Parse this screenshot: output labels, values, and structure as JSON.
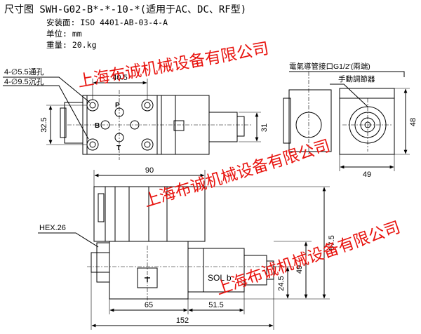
{
  "header": {
    "title": "尺寸图 SWH-G02-B*-*-10-*(适用于AC、DC、RF型)",
    "specs": [
      {
        "label": "安装面:",
        "value": "ISO 4401-AB-03-4-A"
      },
      {
        "label": "单位:",
        "value": "mm"
      },
      {
        "label": "重量:",
        "value": "20.kg"
      }
    ]
  },
  "callouts": {
    "hole_through": "4-∅5.5通孔",
    "hole_counterbore": "4-∅9.5沉孔",
    "conduit": "電氣導管接口G1/2'(兩端)",
    "manual_override": "手動調節器",
    "hex": "HEX.26",
    "sol_b": "SOL b",
    "port_p": "P",
    "port_b": "B",
    "port_t": "T"
  },
  "dimensions": {
    "d405": "40.5",
    "d325": "32.5",
    "d31": "31",
    "d48": "48",
    "d49_top": "49",
    "d90": "90",
    "d875": "87.5",
    "d49_side": "49",
    "d245": "24.5",
    "d65": "65",
    "d515": "51.5",
    "d152": "152"
  },
  "watermark": {
    "text1": "上海布诚机械设备有限公司",
    "text2": "上海布诚机械设备有限公司",
    "text3": "上海布诚机械设备有限公司",
    "color": "#e8140f"
  }
}
